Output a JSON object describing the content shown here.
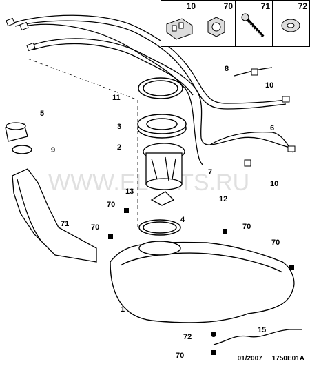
{
  "legend": [
    {
      "num": "10",
      "icon": "clip-icon"
    },
    {
      "num": "70",
      "icon": "nut-icon"
    },
    {
      "num": "71",
      "icon": "bolt-icon"
    },
    {
      "num": "72",
      "icon": "washer-icon"
    }
  ],
  "callouts": {
    "c1": "1",
    "c2": "2",
    "c3": "3",
    "c4": "4",
    "c5": "5",
    "c6": "6",
    "c7": "7",
    "c8": "8",
    "c9": "9",
    "c10a": "10",
    "c10b": "10",
    "c11": "11",
    "c12": "12",
    "c13": "13",
    "c15": "15",
    "c70a": "70",
    "c70b": "70",
    "c70c": "70",
    "c70d": "70",
    "c70e": "70",
    "c71": "71",
    "c72": "72"
  },
  "watermark": "WWW.ELCATS.RU",
  "footer": {
    "date": "01/2007",
    "code": "1750E01A"
  }
}
